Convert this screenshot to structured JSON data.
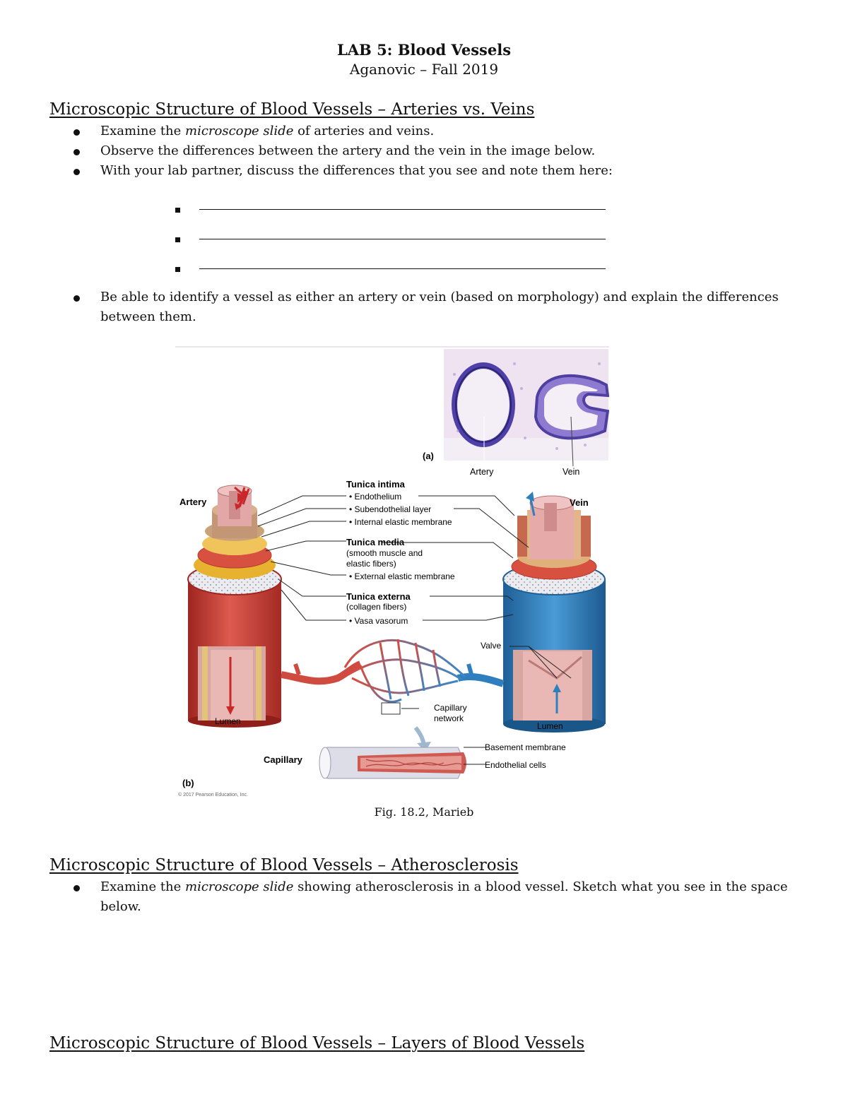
{
  "header": {
    "title": "LAB 5: Blood Vessels",
    "subtitle": "Aganovic – Fall 2019"
  },
  "section1": {
    "heading": "Microscopic Structure of Blood Vessels – Arteries vs. Veins",
    "bullets": [
      {
        "before": "Examine the ",
        "em": "microscope slide",
        "after": " of arteries and veins."
      },
      {
        "text": "Observe the differences between the artery and the vein in the image below."
      },
      {
        "text": "With your lab partner, discuss the differences that you see and note them here:"
      }
    ],
    "answer_lines": 3,
    "bullet4": "Be able to identify a vessel as either an artery or vein (based on morphology) and explain the differences between them."
  },
  "figure": {
    "caption": "Fig. 18.2, Marieb",
    "labels": {
      "a_label": "(a)",
      "b_label": "(b)",
      "artery_micro": "Artery",
      "vein_micro": "Vein",
      "artery": "Artery",
      "vein": "Vein",
      "tunica_intima": "Tunica intima",
      "endothelium": "• Endothelium",
      "subendothelial": "• Subendothelial layer",
      "internal_elastic": "• Internal elastic membrane",
      "tunica_media": "Tunica media",
      "media_note1": "(smooth muscle and",
      "media_note2": "elastic fibers)",
      "external_elastic": "• External elastic membrane",
      "tunica_externa": "Tunica externa",
      "externa_note": "(collagen fibers)",
      "vasa_vasorum": "• Vasa vasorum",
      "valve": "Valve",
      "capillary_network1": "Capillary",
      "capillary_network2": "network",
      "lumen_left": "Lumen",
      "lumen_right": "Lumen",
      "capillary": "Capillary",
      "basement_membrane": "Basement membrane",
      "endothelial_cells": "Endothelial cells",
      "copyright": "© 2017 Pearson Education, Inc."
    },
    "colors": {
      "artery": "#c8403a",
      "vein": "#2f7fbf",
      "stain_purple": "#5b4bb0",
      "stain_pink": "#e6b7d8"
    }
  },
  "section2": {
    "heading": "Microscopic Structure of Blood Vessels – Atherosclerosis",
    "bullet_before": "Examine the ",
    "bullet_em": "microscope slide",
    "bullet_after": " showing atherosclerosis in a blood vessel. Sketch what you see in the space below."
  },
  "section3": {
    "heading": "Microscopic Structure of Blood Vessels – Layers of Blood Vessels"
  }
}
